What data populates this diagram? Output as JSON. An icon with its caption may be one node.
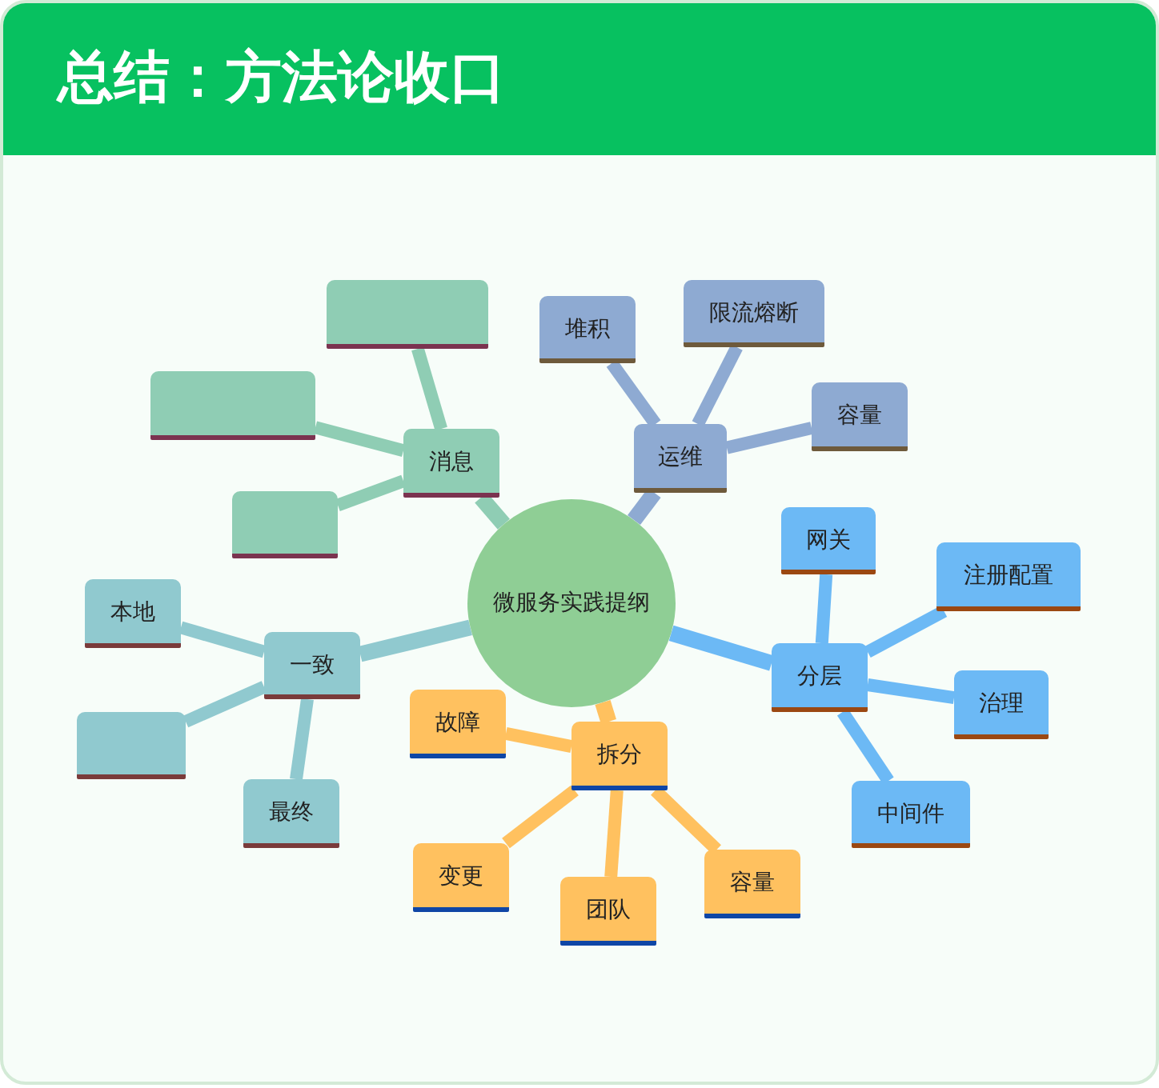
{
  "diagram": {
    "title": "总结：方法论收口",
    "nodes": [
      {
        "text": [
          "微服务实践提纲"
        ]
      },
      {
        "text": [
          "消息"
        ]
      },
      {
        "text": [],
        "shape": "box"
      },
      {
        "text": [],
        "shape": "box"
      },
      {
        "text": [],
        "shape": "box"
      },
      {
        "text": [
          "运维"
        ]
      },
      {
        "text": [
          "堆积"
        ]
      },
      {
        "text": [
          "限流熔断"
        ]
      },
      {
        "text": [
          "容量"
        ]
      },
      {
        "text": [
          "分层"
        ]
      },
      {
        "text": [
          "网关"
        ]
      },
      {
        "text": [
          "注册配置"
        ]
      },
      {
        "text": [
          "治理"
        ]
      },
      {
        "text": [
          "中间件"
        ]
      },
      {
        "text": [
          "拆分"
        ]
      },
      {
        "text": [
          "故障"
        ]
      },
      {
        "text": [
          "变更"
        ]
      },
      {
        "text": [
          "团队"
        ]
      },
      {
        "text": [
          "容量"
        ]
      },
      {
        "text": [
          "一致"
        ]
      },
      {
        "text": [
          "本地"
        ]
      },
      {
        "text": [],
        "shape": "box"
      },
      {
        "text": [
          "最终"
        ]
      }
    ],
    "edges": [
      {
        "from": 0,
        "to": 1,
        "arrow": "none",
        "color": "#8fcdb4"
      },
      {
        "from": 1,
        "to": 2,
        "arrow": "none",
        "color": "#8fcdb4"
      },
      {
        "from": 1,
        "to": 3,
        "arrow": "none",
        "color": "#8fcdb4"
      },
      {
        "from": 1,
        "to": 4,
        "arrow": "none",
        "color": "#8fcdb4"
      },
      {
        "from": 0,
        "to": 5,
        "arrow": "none",
        "color": "#8eaad2"
      },
      {
        "from": 5,
        "to": 6,
        "arrow": "none",
        "color": "#8eaad2"
      },
      {
        "from": 5,
        "to": 7,
        "arrow": "none",
        "color": "#8eaad2"
      },
      {
        "from": 5,
        "to": 8,
        "arrow": "none",
        "color": "#8eaad2"
      },
      {
        "from": 0,
        "to": 9,
        "arrow": "none",
        "color": "#6cb9f5"
      },
      {
        "from": 9,
        "to": 10,
        "arrow": "none",
        "color": "#6cb9f5"
      },
      {
        "from": 9,
        "to": 11,
        "arrow": "none",
        "color": "#6cb9f5"
      },
      {
        "from": 9,
        "to": 12,
        "arrow": "none",
        "color": "#6cb9f5"
      },
      {
        "from": 9,
        "to": 13,
        "arrow": "none",
        "color": "#6cb9f5"
      },
      {
        "from": 0,
        "to": 14,
        "arrow": "none",
        "color": "#ffc15f"
      },
      {
        "from": 14,
        "to": 15,
        "arrow": "none",
        "color": "#ffc15f"
      },
      {
        "from": 14,
        "to": 16,
        "arrow": "none",
        "color": "#ffc15f"
      },
      {
        "from": 14,
        "to": 17,
        "arrow": "none",
        "color": "#ffc15f"
      },
      {
        "from": 14,
        "to": 18,
        "arrow": "none",
        "color": "#ffc15f"
      },
      {
        "from": 0,
        "to": 19,
        "arrow": "none",
        "color": "#90c9cf"
      },
      {
        "from": 19,
        "to": 20,
        "arrow": "none",
        "color": "#90c9cf"
      },
      {
        "from": 19,
        "to": 21,
        "arrow": "none",
        "color": "#90c9cf"
      },
      {
        "from": 19,
        "to": 22,
        "arrow": "none",
        "color": "#90c9cf"
      }
    ]
  }
}
